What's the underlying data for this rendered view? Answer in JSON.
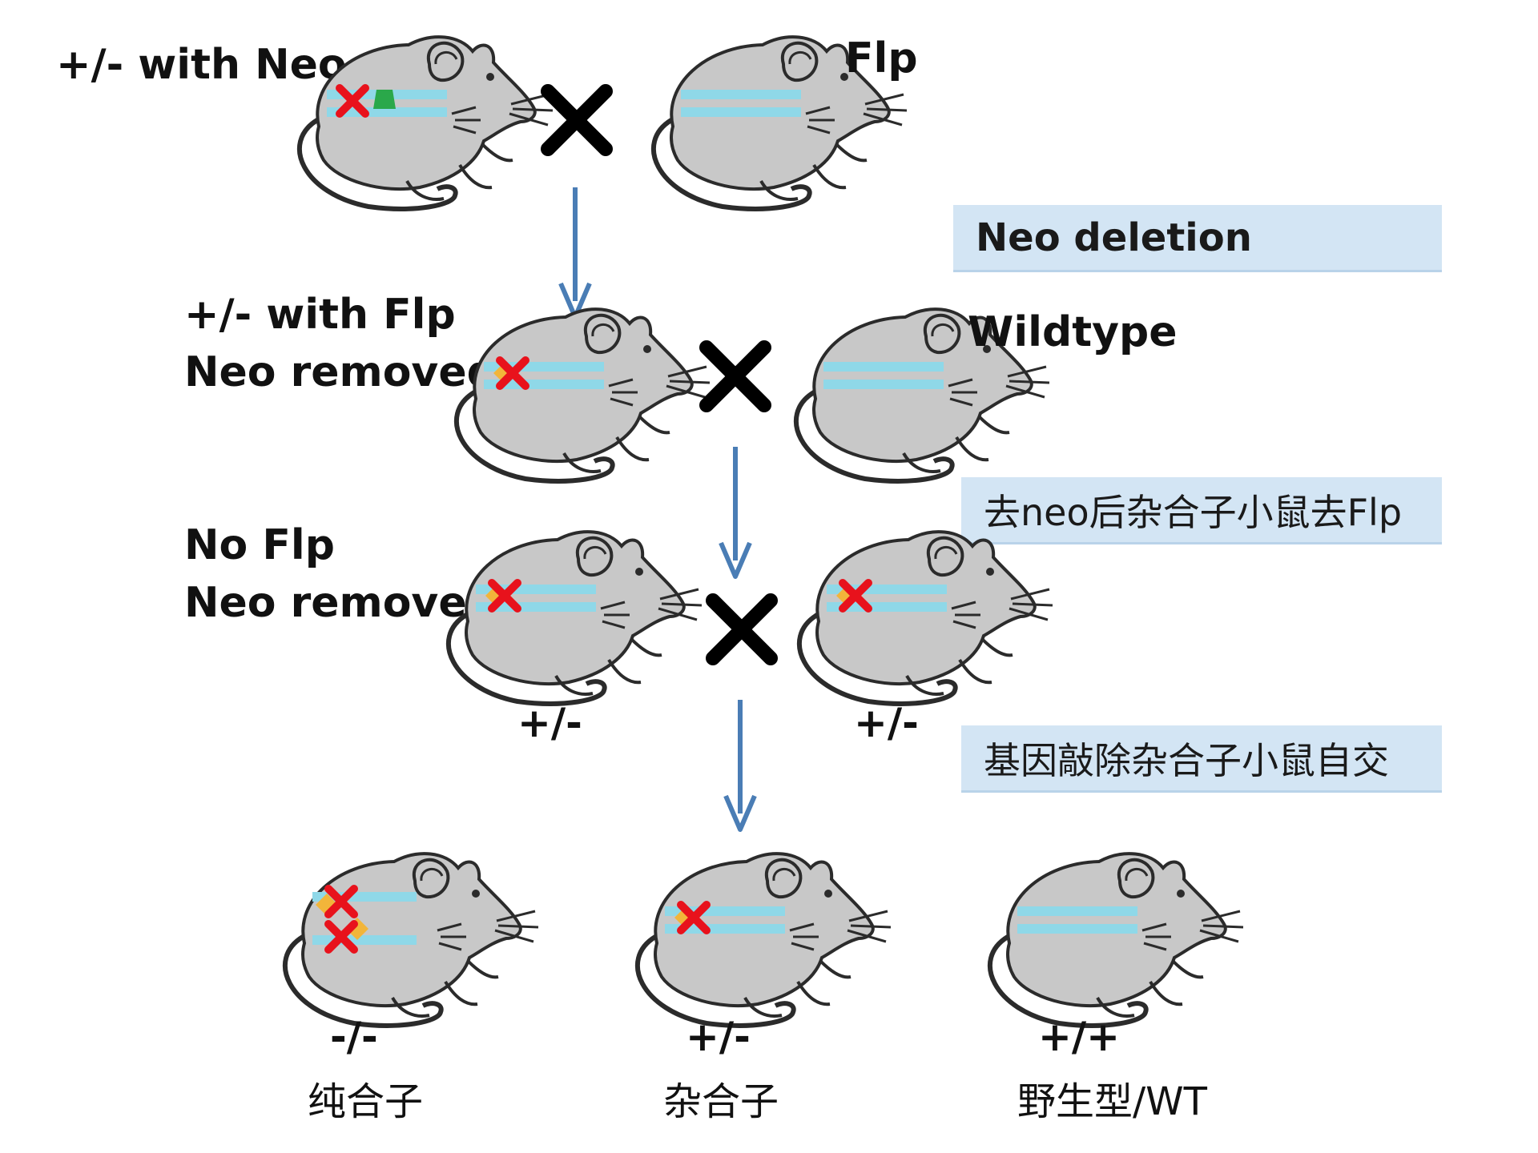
{
  "row1": {
    "left_label": "+/- with Neo",
    "right_label": "Flp"
  },
  "row2": {
    "left_label_line1": "+/-  with Flp",
    "left_label_line2": "Neo removed",
    "right_label": "Wildtype"
  },
  "row3": {
    "left_label_line1": "No Flp",
    "left_label_line2": "Neo removed",
    "genotype_left": "+/-",
    "genotype_right": "+/-"
  },
  "steps": [
    {
      "label": "Neo deletion"
    },
    {
      "label": "去neo后杂合子小鼠去Flp"
    },
    {
      "label": "基因敲除杂合子小鼠自交"
    }
  ],
  "offspring": [
    {
      "genotype": "-/-",
      "name": "纯合子"
    },
    {
      "genotype": "+/-",
      "name": "杂合子"
    },
    {
      "genotype": "+/+",
      "name": "野生型/WT"
    }
  ],
  "colors": {
    "mouse_body": "#c8c8c8",
    "outline": "#2b2b2b",
    "allele_band": "#8fd8e8",
    "knockout_x": "#e8121c",
    "neo_marker": "#2aa84a",
    "flp_remnant": "#f2b53a",
    "arrow": "#4a7db5",
    "cross_mark": "#000000",
    "step_box": "#d3e5f4"
  },
  "icons": [
    "mouse-icon",
    "cross-icon",
    "arrow-down-icon"
  ]
}
